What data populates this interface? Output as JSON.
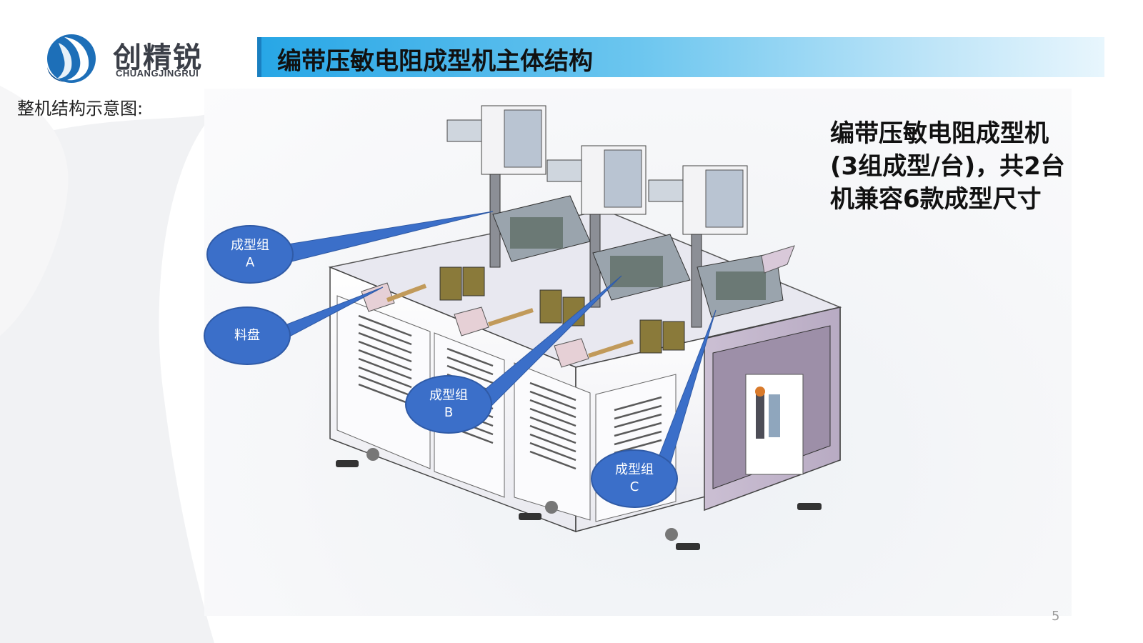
{
  "brand": {
    "name_cn": "创精锐",
    "name_en": "CHUANGJINGRUI",
    "primary_color": "#1a7fc0"
  },
  "header": {
    "title": "编带压敏电阻成型机主体结构"
  },
  "content": {
    "subtitle": "整机结构示意图:",
    "note": "编带压敏电阻成型机(3组成型/台)，共2台机兼容6款成型尺寸"
  },
  "callouts": [
    {
      "line1": "成型组",
      "line2": "A"
    },
    {
      "line1": "料盘",
      "line2": ""
    },
    {
      "line1": "成型组",
      "line2": "B"
    },
    {
      "line1": "成型组",
      "line2": "C"
    }
  ],
  "callout_color": "#3b6fc9",
  "page_number": "5"
}
